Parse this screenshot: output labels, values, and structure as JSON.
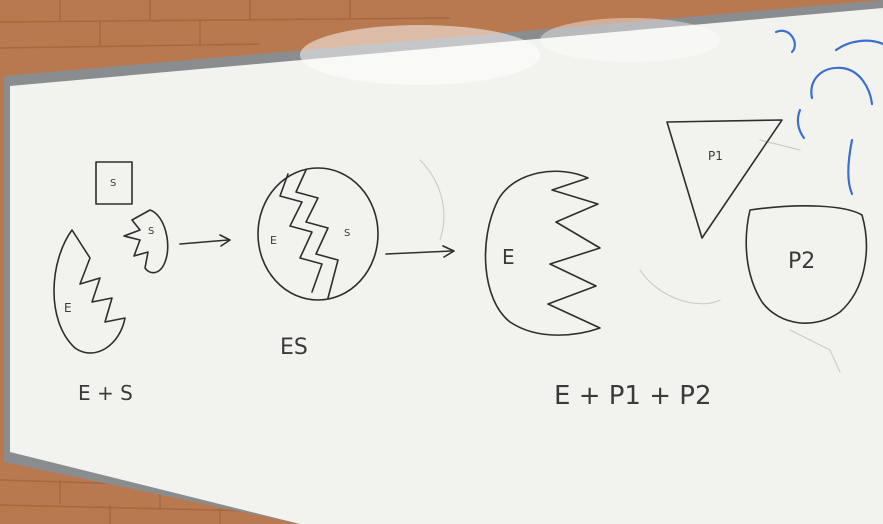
{
  "scene": {
    "wall_color": "#b8794e",
    "board_color": "#f2f3ef",
    "frame_color": "#8a8d90",
    "ink_color": "#2e2e2e"
  },
  "labels": {
    "substrate_square": "S",
    "enzyme_left": "E",
    "substrate_piece": "S",
    "complex_e": "E",
    "complex_s": "S",
    "caption_left": "E + S",
    "caption_middle": "ES",
    "enzyme_right": "E",
    "product_1": "P1",
    "product_2": "P2",
    "caption_right": "E + P1 + P2"
  }
}
